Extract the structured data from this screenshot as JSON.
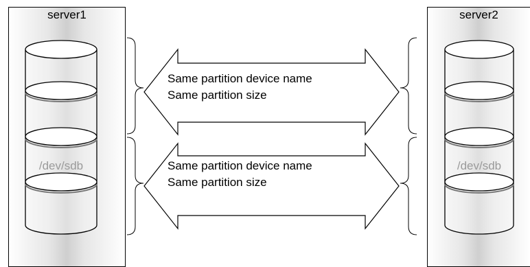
{
  "servers": [
    {
      "label": "server1",
      "device": "/dev/sdb"
    },
    {
      "label": "server2",
      "device": "/dev/sdb"
    }
  ],
  "arrows": [
    {
      "line1": "Same partition device name",
      "line2": "Same partition size"
    },
    {
      "line1": "Same partition device name",
      "line2": "Same partition size"
    }
  ]
}
